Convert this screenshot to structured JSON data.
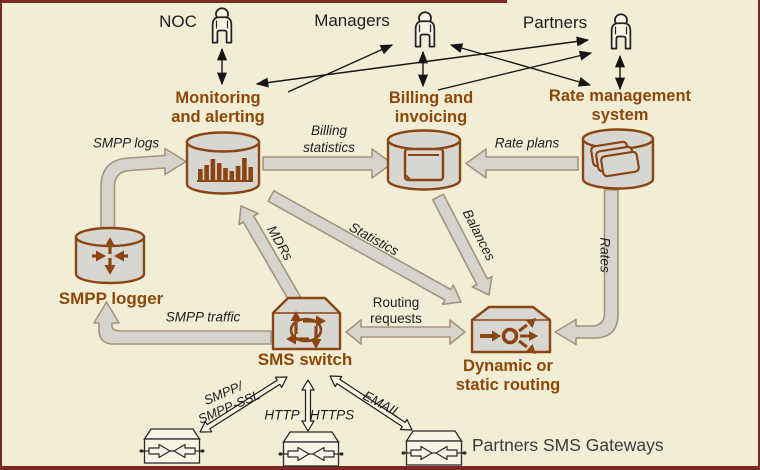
{
  "colors": {
    "background": "#f2eed6",
    "frame": "#7c2a26",
    "title_brown": "#8e4708",
    "icon_brown": "#8a4513",
    "block_arrow_fill": "#d7d4cd",
    "block_arrow_stroke": "#a6937f",
    "thin_arrow": "#161616",
    "text_dark": "#1d1d1d"
  },
  "actors": {
    "noc": "NOC",
    "managers": "Managers",
    "partners": "Partners"
  },
  "nodes": {
    "monitoring": {
      "line1": "Monitoring",
      "line2": "and alerting"
    },
    "billing": {
      "line1": "Billing and",
      "line2": "invoicing"
    },
    "rate": {
      "line1": "Rate management",
      "line2": "system"
    },
    "smpp_logger": {
      "label": "SMPP logger"
    },
    "sms_switch": {
      "label": "SMS switch"
    },
    "routing": {
      "line1": "Dynamic or",
      "line2": "static routing"
    },
    "gateways": {
      "label": "Partners SMS Gateways"
    }
  },
  "flows": {
    "smpp_logs": "SMPP logs",
    "billing_statistics": {
      "line1": "Billing",
      "line2": "statistics"
    },
    "rate_plans": "Rate plans",
    "mdrs": "MDRs",
    "statistics": "Statistics",
    "balances": "Balances",
    "rates": "Rates",
    "routing_requests": {
      "line1": "Routing",
      "line2": "requests"
    },
    "smpp_traffic": "SMPP traffic",
    "smpp_protocols": {
      "line1": "SMPP/",
      "line2": "SMPP-SSL"
    },
    "http": "HTTP",
    "https": "HTTPS",
    "email": "EMAIL"
  }
}
